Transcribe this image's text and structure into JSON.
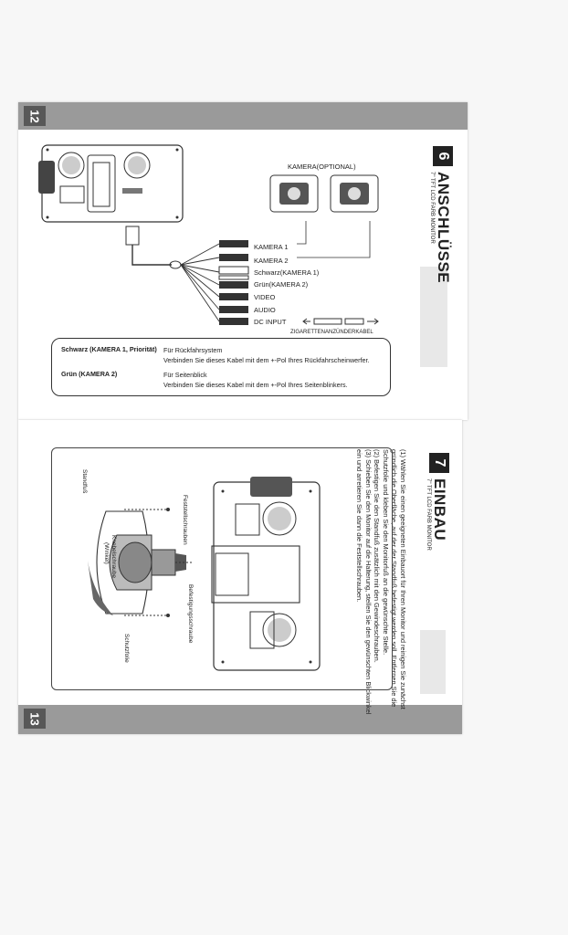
{
  "page12": {
    "page_number": "12",
    "section_number": "6",
    "section_title": "ANSCHLÜSSE",
    "section_subtitle": "7\" TFT LCD FARB MONITOR",
    "camera_optional_label": "KAMERA(OPTIONAL)",
    "connectors": [
      "KAMERA 1",
      "KAMERA 2",
      "Schwarz(KAMERA 1)",
      "Grün(KAMERA 2)",
      "VIDEO",
      "AUDIO",
      "DC INPUT"
    ],
    "cigarette_cable_label": "ZIGARETTENANZÜNDERKABEL",
    "table": [
      {
        "label": "Schwarz (KAMERA 1, Priorität)",
        "lines": [
          "Für Rückfahrsystem",
          "Verbinden Sie dieses Kabel mit dem +-Pol Ihres Rückfahrscheinwerfer."
        ]
      },
      {
        "label": "Grün (KAMERA 2)",
        "lines": [
          "Für Seitenblick",
          "Verbinden Sie dieses Kabel mit dem +-Pol Ihres Seitenblinkers."
        ]
      }
    ]
  },
  "page13": {
    "page_number": "13",
    "section_number": "7",
    "section_title": "EINBAU",
    "section_subtitle": "7\" TFT LCD FARB MONITOR",
    "instructions": [
      "(1) Wählen Sie einen geeigneten Einbauort für Ihren Monitor und reinigen Sie zunächst gründlich die Oberfläche, auf der der Standfuß befestigt werden soll. Entfernen Sie die Schutzfolie und kleben Sie den Monitorfuß an die gewünschte Stelle.",
      "(2) Befestigen Sie den Standfuß zusätzlich mit den Gewindeschrauben.",
      "(3) Schieben Sie den Monitor auf die Halterung, stellen Sie den gewünschten Blickwinkel ein und arretieren Sie dann die Feststellschrauben."
    ],
    "diagram_labels": {
      "standfuss": "Standfuß",
      "feststellschrauben": "Feststellschrauben",
      "befestigungsschraube": "Befestigungsschraube",
      "knebelschraube": "Knebelschraube",
      "winkel": "(Winkel)",
      "schutzfolie": "Schutzfolie"
    }
  }
}
